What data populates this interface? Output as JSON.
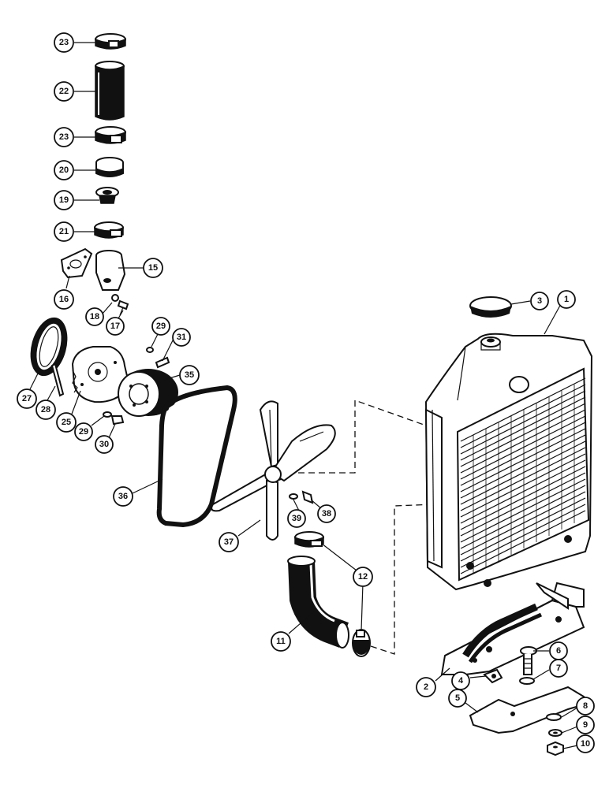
{
  "diagram": {
    "callouts": [
      {
        "id": "c23a",
        "label": "23"
      },
      {
        "id": "c22",
        "label": "22"
      },
      {
        "id": "c23b",
        "label": "23"
      },
      {
        "id": "c20",
        "label": "20"
      },
      {
        "id": "c19",
        "label": "19"
      },
      {
        "id": "c21",
        "label": "21"
      },
      {
        "id": "c15",
        "label": "15"
      },
      {
        "id": "c16",
        "label": "16"
      },
      {
        "id": "c18",
        "label": "18"
      },
      {
        "id": "c17",
        "label": "17"
      },
      {
        "id": "c29a",
        "label": "29"
      },
      {
        "id": "c31",
        "label": "31"
      },
      {
        "id": "c35",
        "label": "35"
      },
      {
        "id": "c27",
        "label": "27"
      },
      {
        "id": "c28",
        "label": "28"
      },
      {
        "id": "c25",
        "label": "25"
      },
      {
        "id": "c29b",
        "label": "29"
      },
      {
        "id": "c30",
        "label": "30"
      },
      {
        "id": "c36",
        "label": "36"
      },
      {
        "id": "c37",
        "label": "37"
      },
      {
        "id": "c39",
        "label": "39"
      },
      {
        "id": "c38",
        "label": "38"
      },
      {
        "id": "c12",
        "label": "12"
      },
      {
        "id": "c11",
        "label": "11"
      },
      {
        "id": "c3",
        "label": "3"
      },
      {
        "id": "c1",
        "label": "1"
      },
      {
        "id": "c6",
        "label": "6"
      },
      {
        "id": "c7",
        "label": "7"
      },
      {
        "id": "c2",
        "label": "2"
      },
      {
        "id": "c4",
        "label": "4"
      },
      {
        "id": "c5",
        "label": "5"
      },
      {
        "id": "c8",
        "label": "8"
      },
      {
        "id": "c9",
        "label": "9"
      },
      {
        "id": "c10",
        "label": "10"
      }
    ]
  }
}
